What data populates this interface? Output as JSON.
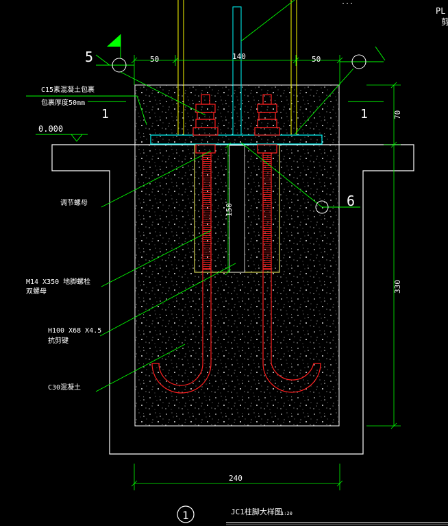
{
  "colors": {
    "background": "#000000",
    "concrete_outline": "#ffffff",
    "bolt": "#ff2020",
    "leader": "#00ff00",
    "dimension": "#00ff00",
    "plate": "#00ffff",
    "column": "#ffff00",
    "text": "#ffffff"
  },
  "top_right_label": "PL",
  "top_right_sub": "剪",
  "top_label": "...",
  "dims": {
    "top_left": "50",
    "top_mid": "140",
    "top_right": "50",
    "right_upper": "70",
    "right_lower": "330",
    "vertical_inner": "150",
    "bottom": "240"
  },
  "section_marks": {
    "left_num": "5",
    "right_num": "6",
    "cut_left": "1",
    "cut_right": "1"
  },
  "elevation": "0.000",
  "annotations": {
    "c15_line1": "C15素混凝土包裹",
    "c15_line2": "包裹厚度50mm",
    "adjust_nut": "调节螺母",
    "bolt_line1": "M14 X350 地脚螺栓",
    "bolt_line2": "双螺母",
    "shear_line1": "H100 X68 X4.5",
    "shear_line2": "抗剪键",
    "c30": "C30混凝土"
  },
  "title": {
    "number": "1",
    "text": "JC1柱脚大样图",
    "scale": "1:20"
  }
}
